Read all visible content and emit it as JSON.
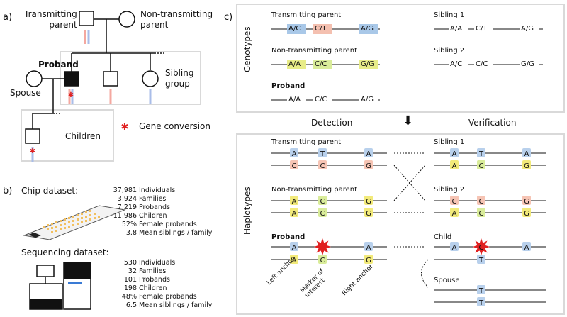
{
  "panel_a": {
    "label": "a)",
    "transmitting_parent": "Transmitting\nparent",
    "non_transmitting_parent": "Non-transmitting\nparent",
    "proband": "Proband",
    "spouse": "Spouse",
    "sibling_group": "Sibling\ngroup",
    "children": "Children",
    "legend_gene_conversion": "Gene conversion",
    "colors": {
      "pink": "#f4a8a0",
      "blue": "#a9bde8",
      "conversion": "#e02020"
    }
  },
  "panel_b": {
    "label": "b)",
    "chip_title": "Chip dataset:",
    "chip_stats": [
      {
        "n": "37,981",
        "label": "Individuals"
      },
      {
        "n": "3,924",
        "label": "Families"
      },
      {
        "n": "7,219",
        "label": "Probands"
      },
      {
        "n": "11,986",
        "label": "Children"
      },
      {
        "n": "52%",
        "label": "Female probands"
      },
      {
        "n": "3.8",
        "label": "Mean siblings / family"
      }
    ],
    "seq_title": "Sequencing dataset:",
    "seq_stats": [
      {
        "n": "530",
        "label": "Individuals"
      },
      {
        "n": "32",
        "label": "Families"
      },
      {
        "n": "101",
        "label": "Probands"
      },
      {
        "n": "198",
        "label": "Children"
      },
      {
        "n": "48%",
        "label": "Female probands"
      },
      {
        "n": "6.5",
        "label": "Mean siblings / family"
      }
    ]
  },
  "panel_c": {
    "label": "c)",
    "genotypes_label": "Genotypes",
    "haplotypes_label": "Haplotypes",
    "detection": "Detection",
    "verification": "Verification",
    "geno": {
      "transmitting_parent": {
        "title": "Transmitting parent",
        "alleles": [
          "A/C",
          "C/T",
          "A/G"
        ]
      },
      "non_transmitting_parent": {
        "title": "Non-transmitting parent",
        "alleles": [
          "A/A",
          "C/C",
          "G/G"
        ]
      },
      "proband": {
        "title": "Proband",
        "alleles": [
          "A/A",
          "C/C",
          "A/G"
        ]
      },
      "sibling1": {
        "title": "Sibling 1",
        "alleles": [
          "A/A",
          "C/T",
          "A/G"
        ]
      },
      "sibling2": {
        "title": "Sibling 2",
        "alleles": [
          "A/C",
          "C/C",
          "G/G"
        ]
      }
    },
    "hap": {
      "transmitting_parent": {
        "title": "Transmitting parent",
        "top": [
          "A",
          "T",
          "A"
        ],
        "bottom": [
          "C",
          "C",
          "G"
        ]
      },
      "non_transmitting_parent": {
        "title": "Non-transmitting parent",
        "top": [
          "A",
          "C",
          "G"
        ],
        "bottom": [
          "A",
          "C",
          "G"
        ]
      },
      "proband": {
        "title": "Proband",
        "top": [
          "A",
          "",
          "A"
        ],
        "bottom": [
          "A",
          "C",
          "G"
        ]
      },
      "sibling1": {
        "title": "Sibling 1",
        "top": [
          "A",
          "T",
          "A"
        ],
        "bottom": [
          "A",
          "C",
          "G"
        ]
      },
      "sibling2": {
        "title": "Sibling 2",
        "top": [
          "C",
          "C",
          "G"
        ],
        "bottom": [
          "A",
          "C",
          "G"
        ]
      },
      "child": {
        "title": "Child",
        "top": [
          "A",
          "C",
          "A"
        ],
        "bottom": [
          "",
          "T",
          ""
        ]
      },
      "spouse": {
        "title": "Spouse",
        "top": [
          "",
          "T",
          ""
        ],
        "bottom": [
          "",
          "T",
          ""
        ]
      }
    },
    "axis_labels": [
      "Left anchor",
      "Marker of\ninterest",
      "Right anchor"
    ],
    "colors": {
      "A": "#a9c8e8",
      "C": "#f4c0b0",
      "T": "#a9c8e8",
      "G": "#f4c0b0",
      "Ay": "#f2ea7a",
      "Cy": "#d9ec9a",
      "Gy": "#f2ea7a",
      "star": "#e02020"
    }
  }
}
